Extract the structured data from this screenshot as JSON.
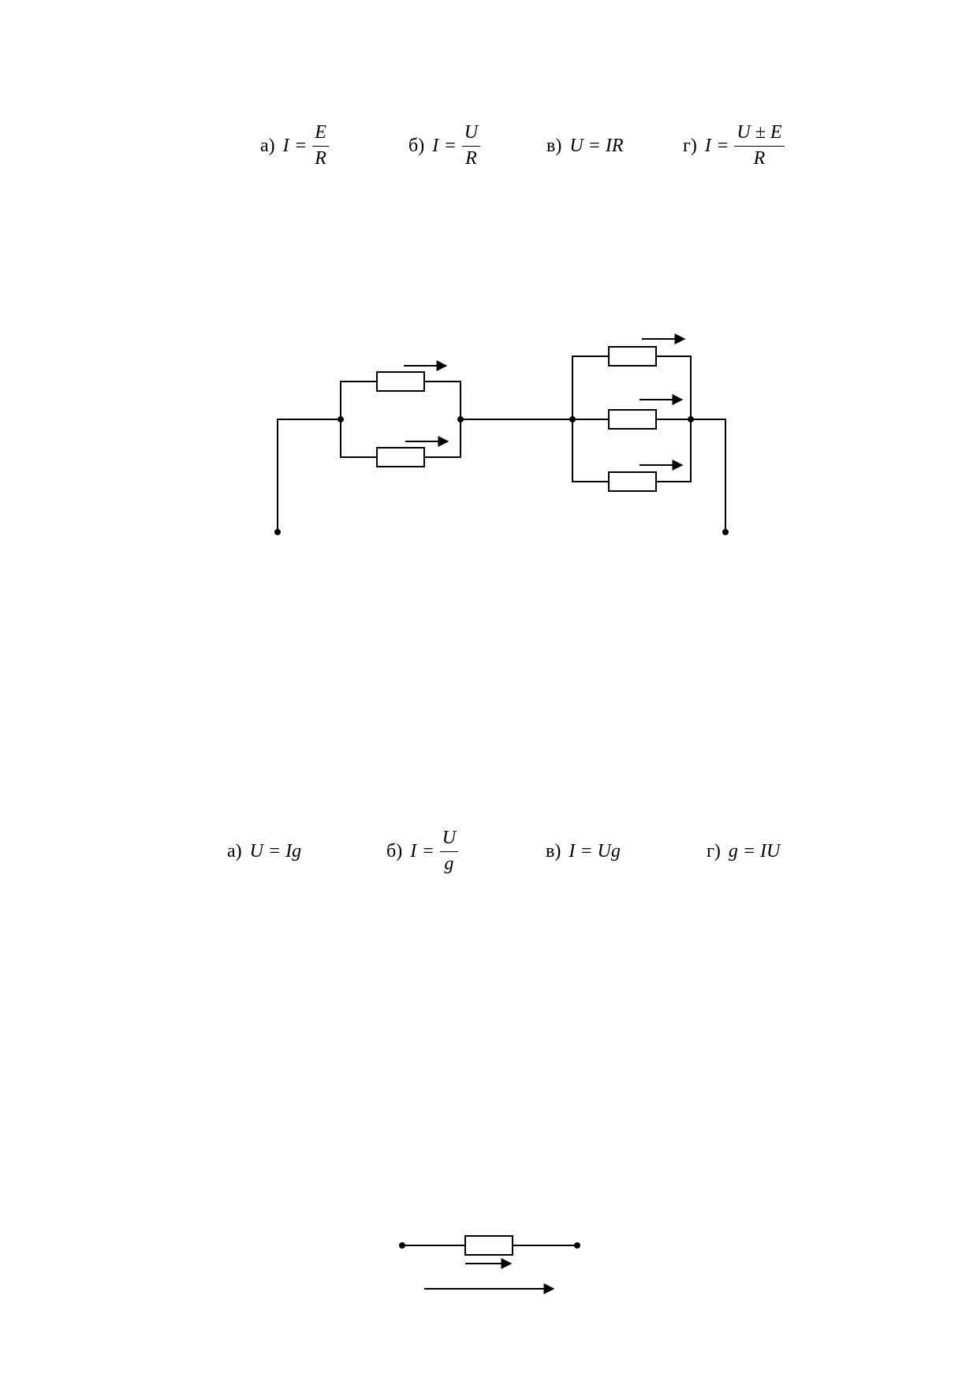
{
  "question1": {
    "options": [
      {
        "label": "а)",
        "lhs": "I",
        "eq": "=",
        "num": "E",
        "den": "R"
      },
      {
        "label": "б)",
        "lhs": "I",
        "eq": "=",
        "num": "U",
        "den": "R"
      },
      {
        "label": "в)",
        "formula": "U = IR"
      },
      {
        "label": "г)",
        "lhs": "I",
        "eq": "=",
        "num": "U ± E",
        "den": "R"
      }
    ]
  },
  "question2": {
    "options": [
      {
        "label": "а)",
        "formula": "U = Ig"
      },
      {
        "label": "б)",
        "lhs": "I",
        "eq": "=",
        "num": "U",
        "den": "g"
      },
      {
        "label": "в)",
        "formula": "I = Ug"
      },
      {
        "label": "г)",
        "formula": "g = IU"
      }
    ]
  }
}
